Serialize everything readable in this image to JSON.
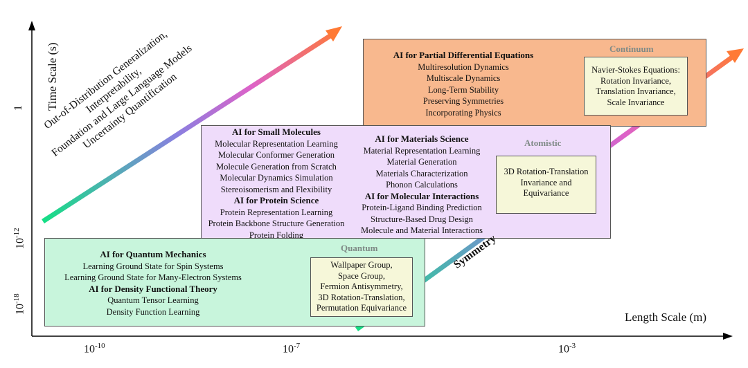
{
  "axes": {
    "x_label": "Length Scale (m)",
    "y_label": "Time Scale (s)",
    "x_ticks": [
      {
        "base": "10",
        "exp": "-10"
      },
      {
        "base": "10",
        "exp": "-7"
      },
      {
        "base": "10",
        "exp": "-3"
      }
    ],
    "y_ticks": [
      "1",
      {
        "base": "10",
        "exp": "-12"
      },
      {
        "base": "10",
        "exp": "-18"
      }
    ]
  },
  "challenges": [
    "Out-of-Distribution Generalization,",
    "Interpretability,",
    "Foundation and Large Language Models",
    "Uncertainty Quantification"
  ],
  "symmetry_label": "Symmetry",
  "quantum": {
    "scale": "Quantum",
    "fill": "#c8f5dc",
    "lines": [
      {
        "text": "AI for Quantum Mechanics",
        "bold": true
      },
      {
        "text": "Learning Ground State for Spin Systems",
        "bold": false
      },
      {
        "text": "Learning Ground State for Many-Electron Systems",
        "bold": false
      },
      {
        "text": "AI for Density Functional Theory",
        "bold": true
      },
      {
        "text": "Quantum Tensor Learning",
        "bold": false
      },
      {
        "text": "Density Function Learning",
        "bold": false
      }
    ],
    "symmetry": [
      "Wallpaper Group,",
      "Space Group,",
      "Fermion Antisymmetry,",
      "3D Rotation-Translation,",
      "Permutation Equivariance"
    ]
  },
  "atomistic": {
    "scale": "Atomistic",
    "fill": "#efdcfb",
    "left": [
      {
        "text": "AI for Small Molecules",
        "bold": true
      },
      {
        "text": "Molecular Representation Learning",
        "bold": false
      },
      {
        "text": "Molecular Conformer Generation",
        "bold": false
      },
      {
        "text": "Molecule Generation from Scratch",
        "bold": false
      },
      {
        "text": "Molecular Dynamics Simulation",
        "bold": false
      },
      {
        "text": "Stereoisomerism and Flexibility",
        "bold": false
      },
      {
        "text": "AI for Protein Science",
        "bold": true
      },
      {
        "text": "Protein Representation Learning",
        "bold": false
      },
      {
        "text": "Protein Backbone Structure Generation",
        "bold": false
      },
      {
        "text": "Protein Folding",
        "bold": false
      }
    ],
    "right": [
      {
        "text": "AI for Materials Science",
        "bold": true
      },
      {
        "text": "Material Representation Learning",
        "bold": false
      },
      {
        "text": "Material Generation",
        "bold": false
      },
      {
        "text": "Materials Characterization",
        "bold": false
      },
      {
        "text": "Phonon Calculations",
        "bold": false
      },
      {
        "text": "AI for Molecular Interactions",
        "bold": true
      },
      {
        "text": "Protein-Ligand Binding Prediction",
        "bold": false
      },
      {
        "text": "Structure-Based Drug Design",
        "bold": false
      },
      {
        "text": "Molecule and Material Interactions",
        "bold": false
      }
    ],
    "symmetry": [
      "3D Rotation-Translation",
      "Invariance and",
      "Equivariance"
    ]
  },
  "continuum": {
    "scale": "Continuum",
    "fill": "#f8b88e",
    "lines": [
      {
        "text": "AI for Partial Differential Equations",
        "bold": true
      },
      {
        "text": "Multiresolution Dynamics",
        "bold": false
      },
      {
        "text": "Multiscale Dynamics",
        "bold": false
      },
      {
        "text": "Long-Term Stability",
        "bold": false
      },
      {
        "text": "Preserving Symmetries",
        "bold": false
      },
      {
        "text": "Incorporating Physics",
        "bold": false
      }
    ],
    "symmetry": [
      "Navier-Stokes Equations:",
      "Rotation Invariance,",
      "Translation Invariance,",
      "Scale Invariance"
    ]
  },
  "colors": {
    "arrow_start": "#15df85",
    "arrow_mid": "#8a7fe0",
    "arrow_mid2": "#dd62c8",
    "arrow_end": "#ff7a35",
    "symmetry_box": "#f6f7d9",
    "scale_label": "#7f8a86"
  }
}
